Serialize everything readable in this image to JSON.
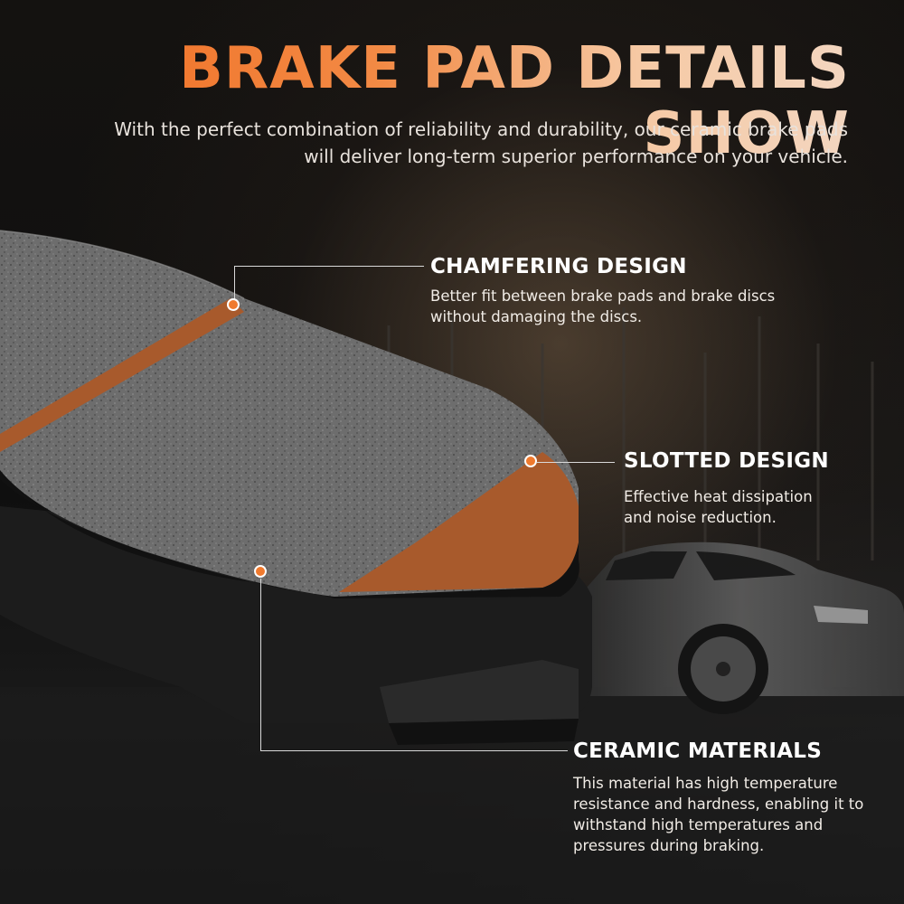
{
  "headline": "BRAKE PAD DETAILS SHOW",
  "intro": "With the perfect combination of reliability and durability, our ceramic brake pads will deliver long-term superior performance on your vehicle.",
  "colors": {
    "accent": "#f07a2e",
    "friction": "#6e6e6e",
    "slot": "#a85a2c",
    "backing": "#1c1c1c"
  },
  "features": [
    {
      "title": "CHAMFERING DESIGN",
      "desc": "Better fit between brake pads and brake discs without damaging the discs."
    },
    {
      "title": "SLOTTED DESIGN",
      "desc": "Effective heat dissipation and noise reduction."
    },
    {
      "title": "CERAMIC MATERIALS",
      "desc": "This material has high temperature resistance and hardness, enabling it to withstand high temperatures and pressures during braking."
    }
  ]
}
